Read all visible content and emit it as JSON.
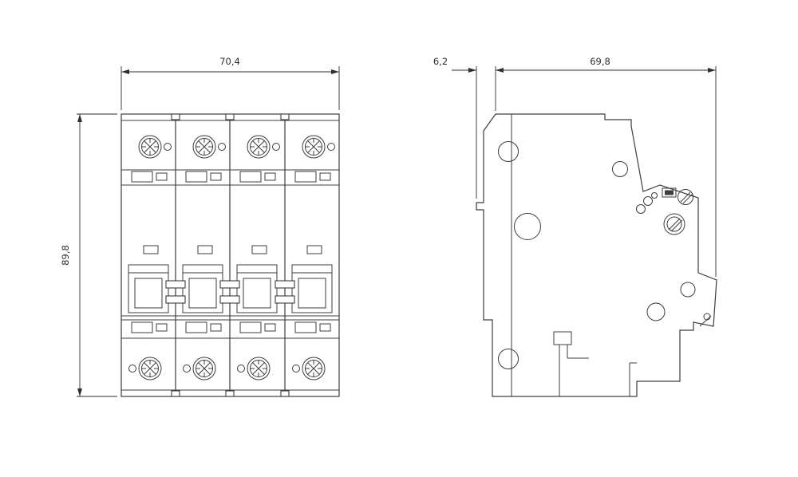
{
  "colors": {
    "line": "#3d3d3d",
    "dimension": "#2e2e2e",
    "background": "#ffffff"
  },
  "front_view": {
    "width_label": "70,4",
    "height_label": "89,8"
  },
  "side_view": {
    "gap_label": "6,2",
    "depth_label": "69,8"
  }
}
